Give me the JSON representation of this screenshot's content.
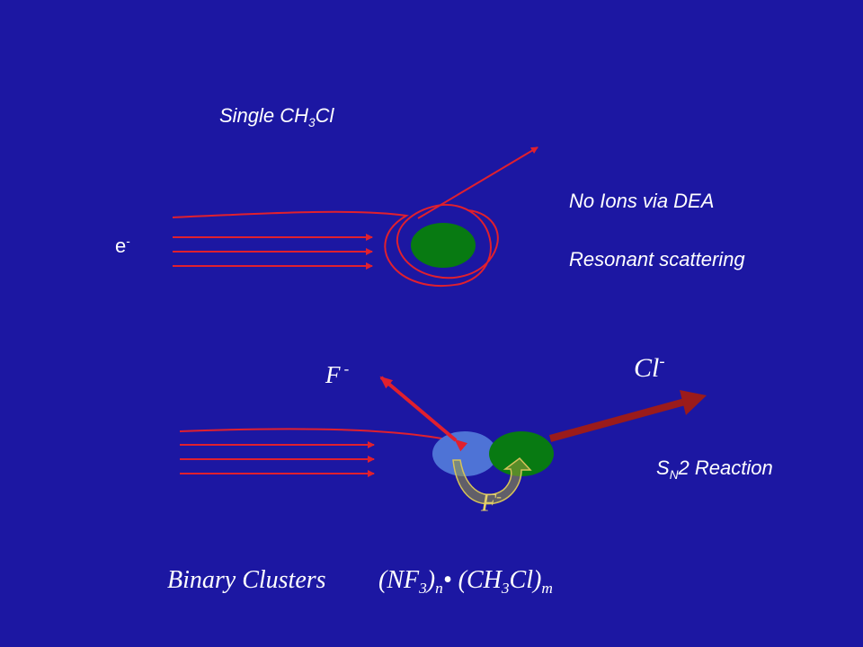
{
  "colors": {
    "background": "#1c17a2",
    "electron_paths": "#e0202e",
    "molecule_green": "#087a12",
    "molecule_blue": "#4e73d6",
    "product_arrow": "#9b1b1b",
    "transfer_arrow_gold": "#c8b24a",
    "label_white": "#ffffff",
    "label_gold": "#e3cf6a"
  },
  "labels": {
    "single": {
      "main": "Single CH",
      "sub": "3",
      "tail": "Cl"
    },
    "no_ions": "No Ions via DEA",
    "resonant": "Resonant scattering",
    "electron": {
      "main": "e",
      "sup": "-"
    },
    "f_minus": {
      "main": "F",
      "sup": " -"
    },
    "cl_minus": {
      "main": "Cl",
      "sup": "-"
    },
    "sn2": {
      "main": "S",
      "sub": "N",
      "tail": "2 Reaction"
    },
    "f_transfer": {
      "main": "F",
      "sup": "-"
    },
    "binary": "Binary Clusters",
    "formula": {
      "p1": "(NF",
      "s1": "3",
      "p2": ")",
      "s2": "n",
      "p3": "• (CH",
      "s3": "3",
      "p4": "Cl)",
      "s4": "m"
    }
  }
}
